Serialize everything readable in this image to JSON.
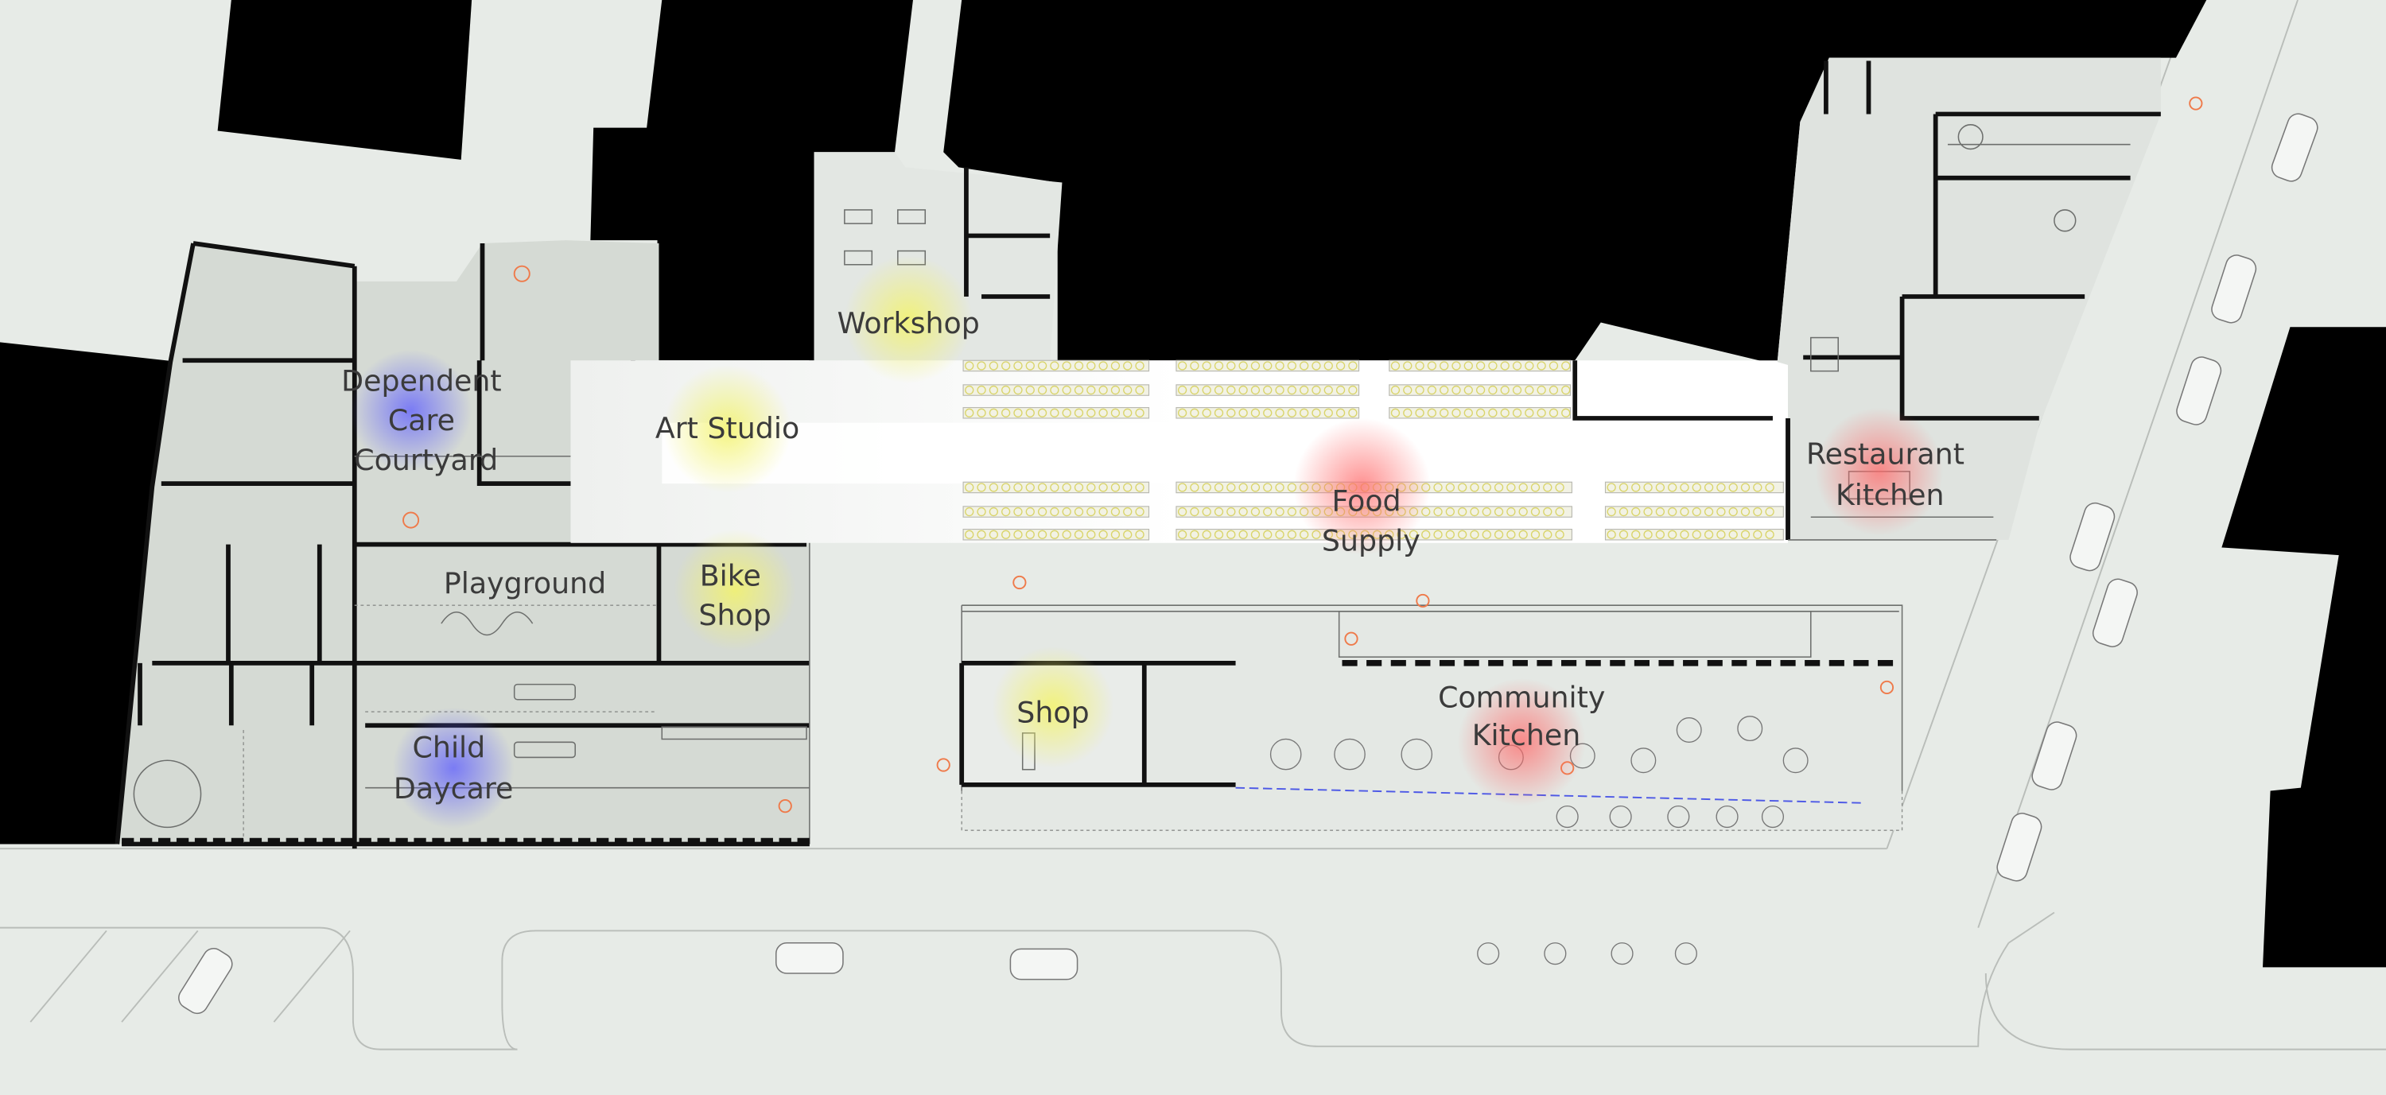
{
  "plan": {
    "colors": {
      "background": "#e7ebe7",
      "solid": "#000000",
      "floor": "#d5dad4",
      "open_floor": "#e3e7e3",
      "glow_blue": "#5c5cff",
      "glow_yellow": "#f3f36a",
      "glow_red": "#ff6a6a",
      "plant": "#d9d46a",
      "figure": "#ef7a4a"
    },
    "spaces": {
      "workshop": {
        "lines": [
          "Workshop"
        ],
        "glow": "yellow"
      },
      "dependent_care": {
        "lines": [
          "Dependent",
          "Care",
          "Courtyard"
        ],
        "glow": "blue"
      },
      "art_studio": {
        "lines": [
          "Art Studio"
        ],
        "glow": "yellow"
      },
      "playground": {
        "lines": [
          "Playground"
        ],
        "glow": "none"
      },
      "bike_shop": {
        "lines": [
          "Bike",
          "Shop"
        ],
        "glow": "yellow"
      },
      "child_daycare": {
        "lines": [
          "Child",
          "Daycare"
        ],
        "glow": "blue"
      },
      "food_supply": {
        "lines": [
          "Food",
          "Supply"
        ],
        "glow": "red"
      },
      "restaurant_kitchen": {
        "lines": [
          "Restaurant",
          "Kitchen"
        ],
        "glow": "red"
      },
      "shop": {
        "lines": [
          "Shop"
        ],
        "glow": "yellow"
      },
      "community_kitchen": {
        "lines": [
          "Community",
          "Kitchen"
        ],
        "glow": "red"
      }
    }
  }
}
